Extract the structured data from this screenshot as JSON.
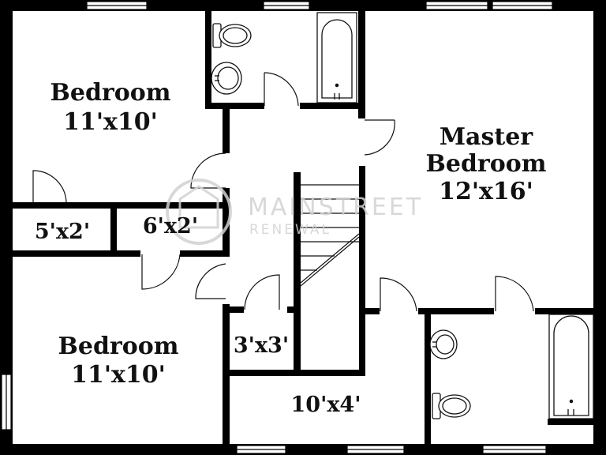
{
  "floor_plan": {
    "rooms": [
      {
        "id": "bedroom-nw",
        "name": "Bedroom",
        "size": "11'x10'"
      },
      {
        "id": "master",
        "name_line1": "Master",
        "name_line2": "Bedroom",
        "size": "12'x16'"
      },
      {
        "id": "closet-a",
        "size": "5'x2'"
      },
      {
        "id": "closet-b",
        "size": "6'x2'"
      },
      {
        "id": "bedroom-sw",
        "name": "Bedroom",
        "size": "11'x10'"
      },
      {
        "id": "closet-c",
        "size": "3'x3'"
      },
      {
        "id": "hall-room",
        "size": "10'x4'"
      }
    ]
  },
  "watermark": {
    "line1": "MAINSTREET",
    "line2": "RENEWAL"
  },
  "colors": {
    "wall": "#000000",
    "background": "#ffffff",
    "fixture_stroke": "#111111",
    "watermark": "#d2d2d2"
  }
}
